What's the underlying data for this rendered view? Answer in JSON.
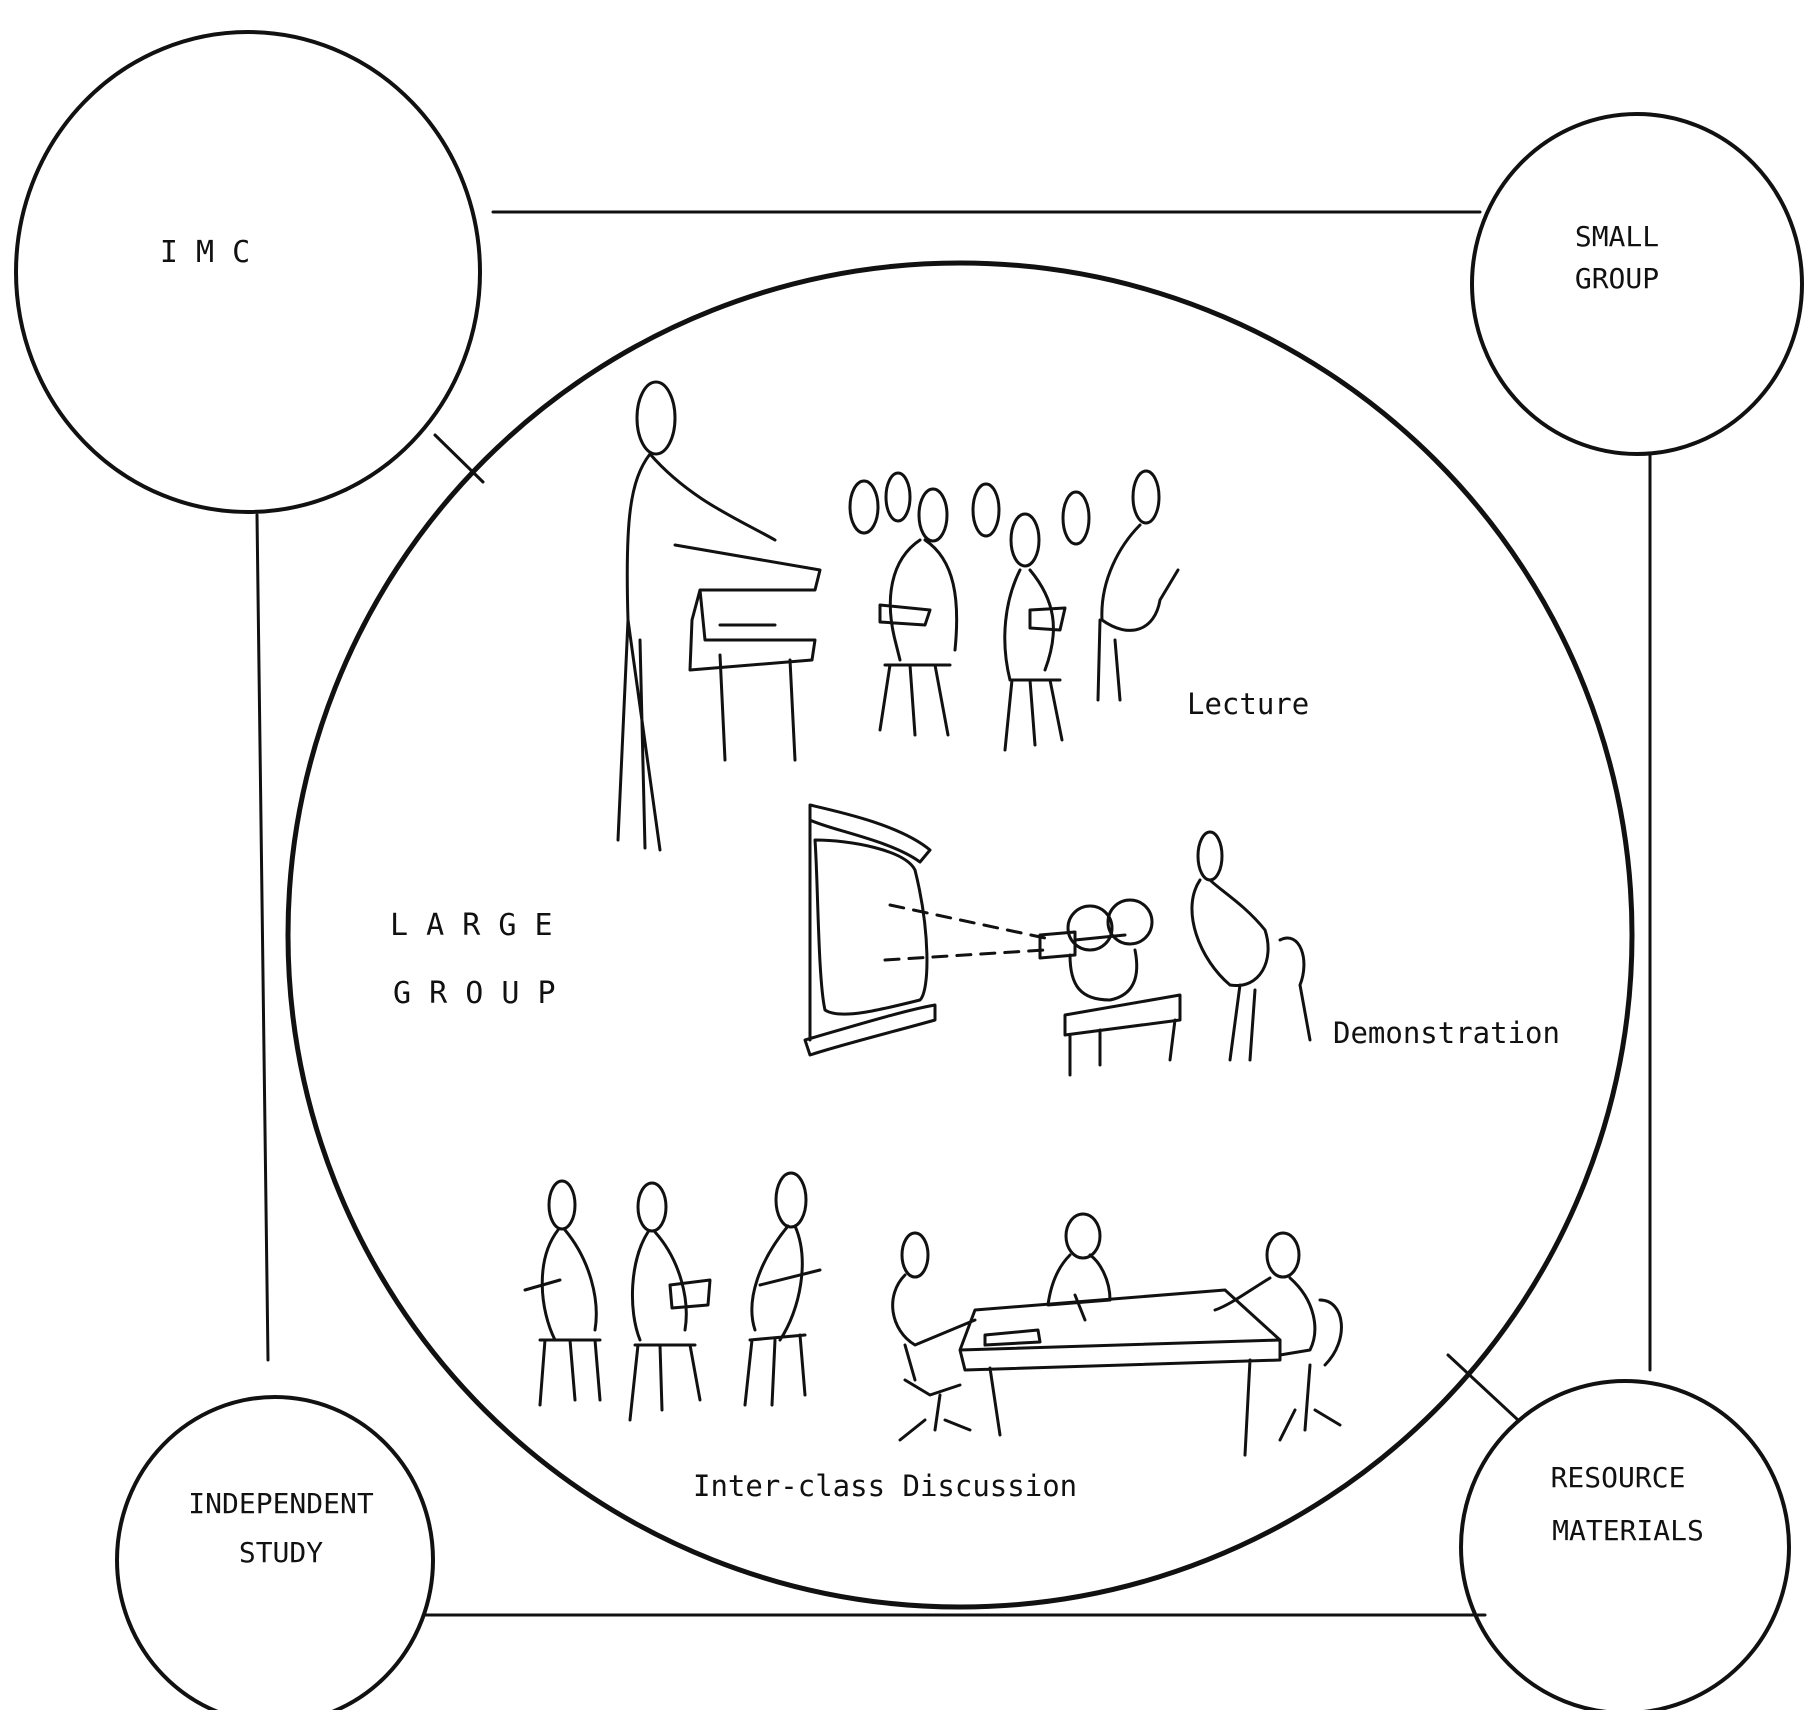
{
  "diagram": {
    "center": {
      "label_line1": "L A R G E",
      "label_line2": "G R O U P"
    },
    "corners": {
      "top_left": {
        "label_line1": "I M C",
        "label_line2": ""
      },
      "top_right": {
        "label_line1": "SMALL",
        "label_line2": "GROUP"
      },
      "bottom_left": {
        "label_line1": "INDEPENDENT",
        "label_line2": "STUDY"
      },
      "bottom_right": {
        "label_line1": "RESOURCE",
        "label_line2": "MATERIALS"
      }
    },
    "activities": {
      "lecture": "Lecture",
      "demonstration": "Demonstration",
      "discussion": "Inter-class Discussion"
    }
  },
  "colors": {
    "ink": "#111111",
    "background": "#ffffff"
  }
}
